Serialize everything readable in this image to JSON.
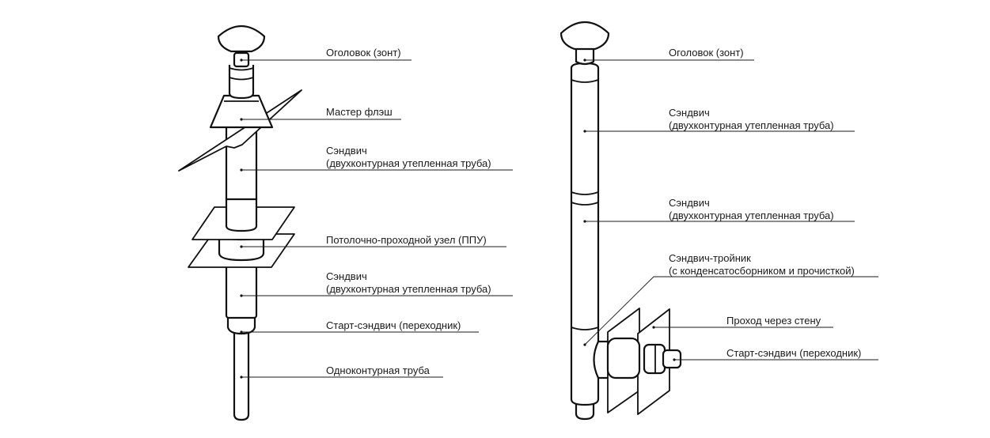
{
  "left_diagram": {
    "label_head": "Оголовок (зонт)",
    "label_flash": "Мастер флэш",
    "label_sandwich_top": [
      "Сэндвич",
      "(двухконтурная утепленная труба)"
    ],
    "label_ppu": "Потолочно-проходной узел (ППУ)",
    "label_sandwich_bottom": [
      "Сэндвич",
      "(двухконтурная утепленная труба)"
    ],
    "label_start": "Старт-сэндвич (переходник)",
    "label_single": "Одноконтурная труба"
  },
  "right_diagram": {
    "label_head": "Оголовок (зонт)",
    "label_sandwich_1": [
      "Сэндвич",
      "(двухконтурная утепленная труба)"
    ],
    "label_sandwich_2": [
      "Сэндвич",
      "(двухконтурная утепленная труба)"
    ],
    "label_tee": [
      "Сэндвич-тройник",
      "(с конденсатосборником и прочисткой)"
    ],
    "label_wall": "Проход через стену",
    "label_start": "Старт-сэндвич (переходник)"
  }
}
